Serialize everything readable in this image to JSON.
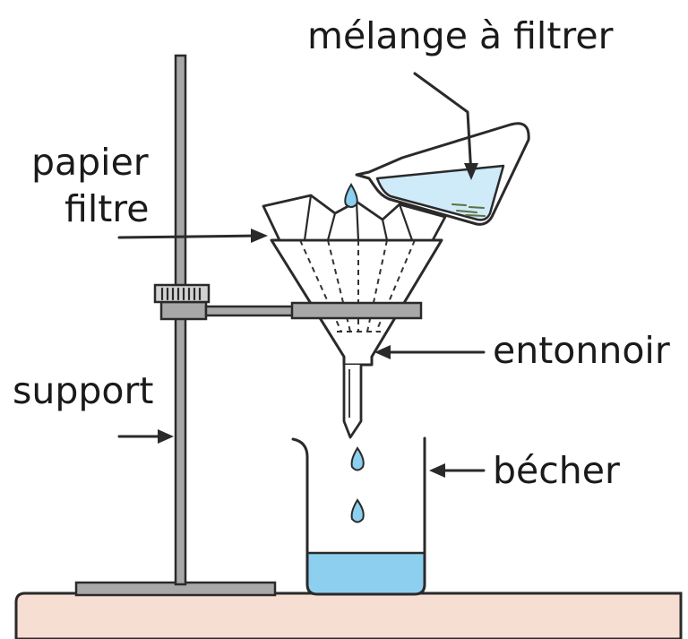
{
  "labels": {
    "mixture": "mélange à filtrer",
    "filter_paper_line1": "papier",
    "filter_paper_line2": "filtre",
    "funnel": "entonnoir",
    "stand": "support",
    "beaker": "bécher"
  },
  "colors": {
    "liquid": "#8ccfee",
    "liquid_light": "#cfeaf8",
    "table": "#f6ded2",
    "metal": "#a8a8a8",
    "outline": "#2a2a2a"
  }
}
